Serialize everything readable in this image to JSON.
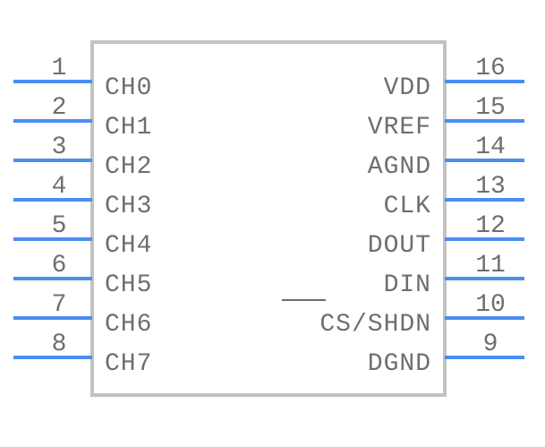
{
  "component": {
    "type": "IC schematic symbol",
    "colors": {
      "pin": "#4a8ef0",
      "body_border": "#c2c2c2",
      "text": "#6e6e6e"
    }
  },
  "left_pins": [
    {
      "number": "1",
      "name": "CH0"
    },
    {
      "number": "2",
      "name": "CH1"
    },
    {
      "number": "3",
      "name": "CH2"
    },
    {
      "number": "4",
      "name": "CH3"
    },
    {
      "number": "5",
      "name": "CH4"
    },
    {
      "number": "6",
      "name": "CH5"
    },
    {
      "number": "7",
      "name": "CH6"
    },
    {
      "number": "8",
      "name": "CH7"
    }
  ],
  "right_pins": [
    {
      "number": "16",
      "name": "VDD"
    },
    {
      "number": "15",
      "name": "VREF"
    },
    {
      "number": "14",
      "name": "AGND"
    },
    {
      "number": "13",
      "name": "CLK"
    },
    {
      "number": "12",
      "name": "DOUT"
    },
    {
      "number": "11",
      "name": "DIN"
    },
    {
      "number": "10",
      "name": "CS/SHDN",
      "overline": "CS"
    },
    {
      "number": "9",
      "name": "DGND"
    }
  ]
}
